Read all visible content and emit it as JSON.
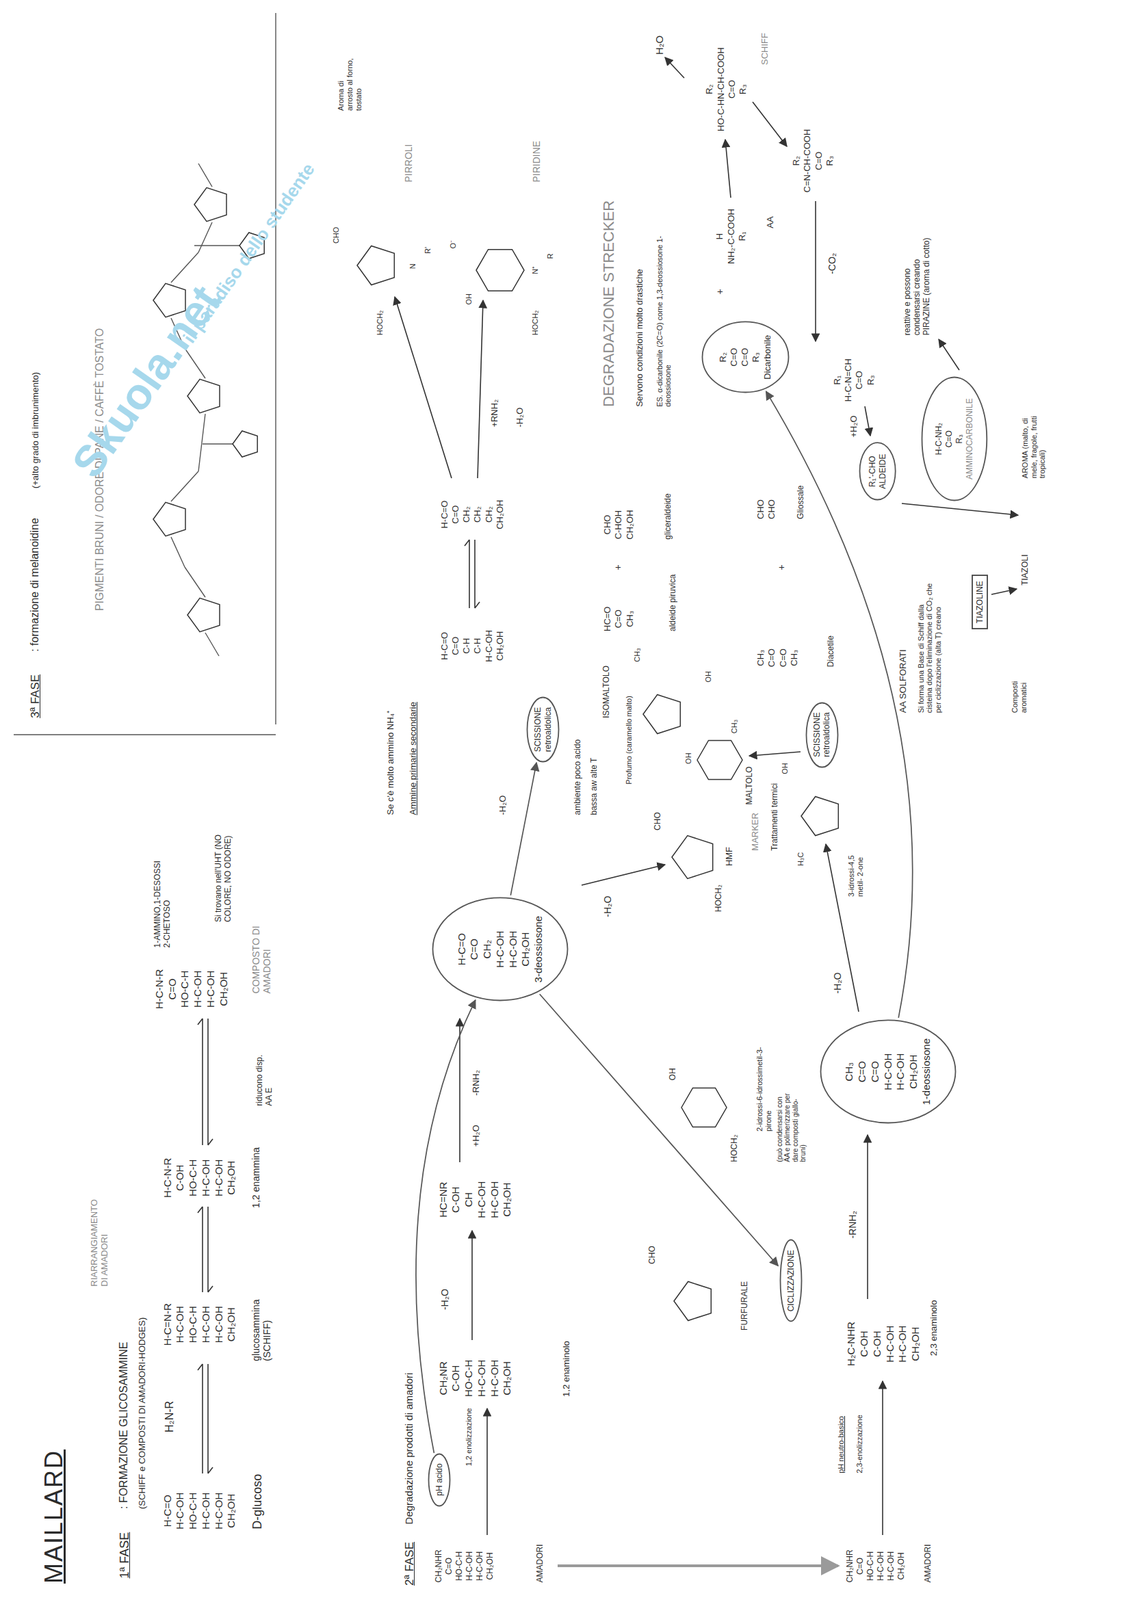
{
  "diagram": {
    "title": "MAILLARD",
    "nodes": [
      {
        "text": [
          "pH acido"
        ]
      },
      {
        "text": [
          "H-C=O C=O CH₂ H-C-OH H-C-OH CH₂OH",
          "3-deossiosone"
        ]
      },
      {
        "text": [
          "SCISSIONE",
          "retroaldolica"
        ]
      },
      {
        "text": [
          "CICLIZZAZIONE"
        ]
      },
      {
        "text": [
          "CH₃ C=O C=O H-C-OH H-C-OH CH₂OH",
          "1-deossiosone"
        ]
      },
      {
        "text": [
          "SCISSIONE",
          "retroaldolica"
        ]
      },
      {
        "text": [
          "R₂ C=O C=O R₃",
          "Dicarbonile"
        ]
      },
      {
        "text": [
          "R₁'-CHO",
          "ALDEIDE"
        ]
      },
      {
        "text": [
          "H-C-NH₂ C=O R₃",
          "AMMINOCARBONILE"
        ]
      },
      {
        "text": [
          "TIAZOLINE"
        ]
      }
    ],
    "edges": [
      {
        "from": 0,
        "to": 1,
        "arrow": "to"
      },
      {
        "from": 1,
        "to": 2,
        "arrow": "to"
      },
      {
        "from": 1,
        "to": 3,
        "arrow": "to"
      },
      {
        "from": 4,
        "to": 6,
        "arrow": "to"
      }
    ],
    "labels": [
      "1ª FASE",
      ": FORMAZIONE GLICOSAMMINE",
      "(SCHIFF e COMPOSTI DI AMADORI-HODGES)",
      "H-C=O H-C-OH HO-C-H H-C-OH H-C-OH CH₂OH",
      "D-glucoso",
      "H₂N-R",
      "H-C=N-R H-C-OH HO-C-H H-C-OH H-C-OH CH₂OH",
      "glucosammina (SCHIFF)",
      "RIARRANGIAMENTO DI AMADORI",
      "H-C-N-R C-OH HO-C-H H-C-OH H-C-OH CH₂OH",
      "1,2 enammina",
      "H-C-N-R C=O HO-C-H H-C-OH H-C-OH CH₂OH",
      "COMPOSTO DI AMADORI",
      "1-AMMINO,1-DESOSSI 2-CHETOSO",
      "Si trovano nell'UHT (NO COLORE, NO ODORE)",
      "riducono disp. AA E",
      "2ª FASE",
      "Degradazione prodotti di amadori",
      "CH₂NHR C=O HO-C-H H-C-OH H-C-OH CH₂OH",
      "AMADORI",
      "1,2 enolizzazione",
      "CH₂NR C-OH HO-C-H H-C-OH H-C-OH CH₂OH",
      "1,2 enaminolo",
      "-H₂O",
      "HC=NR C-OH CH H-C-OH H-C-OH CH₂OH",
      "+H₂O",
      "-RNH₂",
      "-H₂O",
      "HOCH₂",
      "CHO",
      "HMF",
      "MARKER",
      "Trattamenti termici",
      "HOCH₂",
      "OH",
      "2-idrossi-6-idrossimetil-3-pirone",
      "(può condensarsi con AA e polimerizzare per dare composti giallo-bruni)",
      "CHO",
      "FURFURALE",
      "CH₂NHR C=O HO-C-H H-C-OH H-C-OH CH₂OH",
      "AMADORI",
      "pH neutro-basico",
      "2,3-enolizzazione",
      "H₂C-NHR C-OH C-OH H-C-OH H-C-OH CH₂OH",
      "2,3 enaminolo",
      "-RNH₂",
      "-H₂O",
      "3-idrossi-4,5 metil- 2-one",
      "H₃C",
      "OH",
      "MALTOLO",
      "OH",
      "CH₃",
      "ISOMALTOLO",
      "CH₃",
      "OH",
      "Profumo (caramello malto)",
      "Se c'è molto ammino NH₄⁺",
      "Ammine primarie secondarie",
      "-H₂O",
      "ambiente poco acido",
      "bassa aw alte T",
      "3ª FASE",
      ": formazione di melanoidine",
      "(+alto grado di imbrunimento)",
      "PIGMENTI BRUNI / ODORE DI PANE / CAFFÈ TOSTATO",
      "PIRROLI",
      "HOCH₂",
      "CHO",
      "N",
      "R'",
      "Aroma di arrosto al forno, tostato",
      "PIRIDINE",
      "HOCH₂",
      "O⁻",
      "OH",
      "N⁺",
      "R",
      "H-C=O C=O CH₂ CH₂ CH₂ CH₂OH",
      "+RNH₂",
      "-H₂O",
      "H-C=O C=O C-H C-H H-C-OH CH₂OH",
      "HC=O C=O CH₃",
      "aldeide piruvica",
      "+",
      "CHO C-HOH CH₂OH",
      "gliceraldeide",
      "CH₃ C=O C=O CH₃",
      "Diacetile",
      "+",
      "CHO CHO",
      "Gliossale",
      "DEGRADAZIONE STRECKER",
      "Servono condizioni molto drastiche",
      "ES. α-dicarbonile (2C=O) come 1,3-deossiosone 1-deossiosone",
      "+",
      "H NH₂-C-COOH R₁",
      "AA",
      "R₂ HO-C-HN-CH-COOH C=O R₃",
      "H₂O",
      "SCHIFF",
      "R₂ C=N-CH-COOH C=O R₃",
      "-CO₂",
      "R₁ H-C-N=CH C=O R₃",
      "+H₂O",
      "reattive e possono condensarsi creando PIRAZINE (aroma di cotto)",
      "AROMA (malto, di mele, fragole, frutti tropicali)",
      "AA SOLFORATI",
      "Si forma una Base di Schiff dalla cisteina dopo l'eliminazione di CO₂ che per ciclizzazione (alta T) creano",
      "TIAZOLI",
      "Composti aromatici",
      "Skuola.net",
      "il paradiso dello studente"
    ]
  }
}
